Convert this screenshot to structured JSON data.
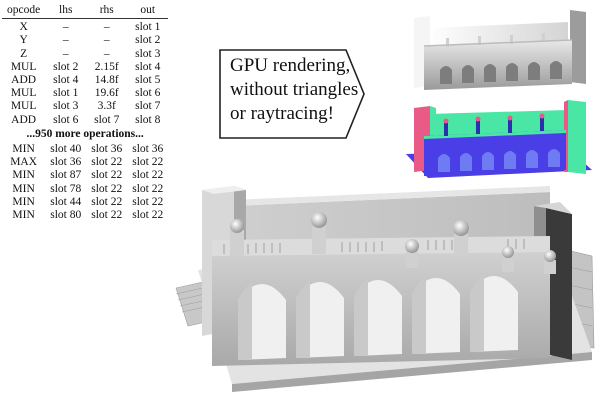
{
  "table": {
    "headers": [
      "opcode",
      "lhs",
      "rhs",
      "out"
    ],
    "rows_top": [
      [
        "X",
        "–",
        "–",
        "slot 1"
      ],
      [
        "Y",
        "–",
        "–",
        "slot 2"
      ],
      [
        "Z",
        "–",
        "–",
        "slot 3"
      ],
      [
        "MUL",
        "slot 2",
        "2.15f",
        "slot 4"
      ],
      [
        "ADD",
        "slot 4",
        "14.8f",
        "slot 5"
      ],
      [
        "MUL",
        "slot 1",
        "19.6f",
        "slot 6"
      ],
      [
        "MUL",
        "slot 3",
        "3.3f",
        "slot 7"
      ],
      [
        "ADD",
        "slot 6",
        "slot 7",
        "slot 8"
      ]
    ],
    "more_label": "...950 more operations...",
    "rows_bottom": [
      [
        "MIN",
        "slot 40",
        "slot 36",
        "slot 36"
      ],
      [
        "MAX",
        "slot 36",
        "slot 22",
        "slot 22"
      ],
      [
        "MIN",
        "slot 87",
        "slot 22",
        "slot 22"
      ],
      [
        "MIN",
        "slot 78",
        "slot 22",
        "slot 22"
      ],
      [
        "MIN",
        "slot 44",
        "slot 22",
        "slot 22"
      ],
      [
        "MIN",
        "slot 80",
        "slot 22",
        "slot 22"
      ]
    ]
  },
  "callout": {
    "text": "GPU rendering,\nwithout triangles\nor raytracing!"
  },
  "colors": {
    "normal_map_green": "#49e6a6",
    "normal_map_blue": "#4a3ee6",
    "normal_map_pink": "#ea5a86",
    "depth_light": "#f2f2f2",
    "depth_dark": "#8c8c8c",
    "shaded_mid": "#b9b9b9"
  },
  "icons": {
    "depth_render": "depth-map-image",
    "normal_render": "normal-map-image",
    "shaded_render": "shaded-render-image"
  }
}
